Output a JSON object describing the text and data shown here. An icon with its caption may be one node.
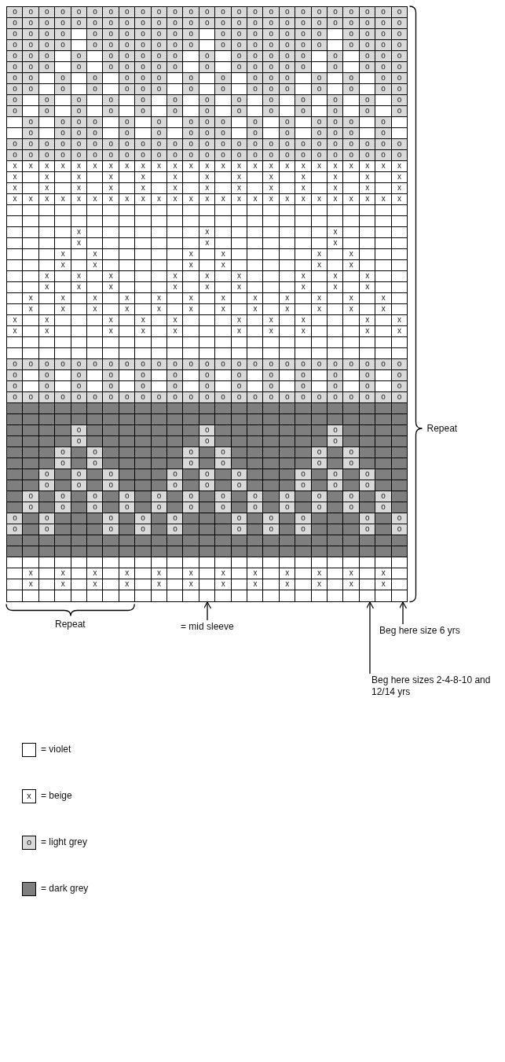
{
  "diagram": {
    "nodes": [
      {
        "text": [],
        "shape": "box"
      },
      {
        "text": [],
        "shape": "box"
      },
      {
        "text": [],
        "shape": "box"
      },
      {
        "text": [
          "= mid sleeve"
        ]
      },
      {
        "text": [
          "Beg here size 6 yrs"
        ]
      },
      {
        "text": [
          "Beg here sizes 2-4-8-10 and 12/14 yrs"
        ]
      }
    ],
    "edges": [
      {
        "from": 3,
        "to": 0,
        "arrow": "to"
      },
      {
        "from": 4,
        "to": 2,
        "arrow": "to"
      },
      {
        "from": 5,
        "to": 1,
        "arrow": "to"
      }
    ],
    "labels": [
      "o",
      "o",
      "o",
      "o",
      "o",
      "o",
      "o",
      "o",
      "o",
      "o",
      "o",
      "o",
      "o",
      "o",
      "o",
      "o",
      "o",
      "o",
      "o",
      "o",
      "o",
      "o",
      "o",
      "o",
      "o",
      "o",
      "o",
      "o",
      "o",
      "o",
      "o",
      "o",
      "o",
      "o",
      "o",
      "o",
      "o",
      "o",
      "o",
      "o",
      "o",
      "o",
      "o",
      "o",
      "o",
      "o",
      "o",
      "o",
      "o",
      "o",
      "o",
      "o",
      "o",
      "o",
      "o",
      "o",
      "o",
      "o",
      "o",
      "o",
      "o",
      "o",
      "o",
      "o",
      "o",
      "o",
      "o",
      "o",
      "o",
      "o",
      "o",
      "o",
      "o",
      "o",
      "o",
      "o",
      "o",
      "o",
      "o",
      "o",
      "o",
      "o",
      "o",
      "o",
      "o",
      "o",
      "o",
      "o",
      "o",
      "o",
      "o",
      "o",
      "o",
      "o",
      "o",
      "o",
      "o",
      "o",
      "o",
      "o",
      "o",
      "o",
      "o",
      "o",
      "o",
      "o",
      "o",
      "o",
      "o",
      "o",
      "o",
      "o",
      "o",
      "o",
      "o",
      "o",
      "o",
      "o",
      "o",
      "o",
      "o",
      "o",
      "o",
      "o",
      "o",
      "o",
      "o",
      "o",
      "o",
      "o",
      "o",
      "o",
      "o",
      "o",
      "o",
      "o",
      "o",
      "o",
      "o",
      "o",
      "o",
      "o",
      "o",
      "o",
      "o",
      "o",
      "o",
      "o",
      "o",
      "o",
      "o",
      "o",
      "o",
      "o",
      "o",
      "o",
      "o",
      "o",
      "o",
      "o",
      "o",
      "o",
      "o",
      "o",
      "o",
      "o",
      "o",
      "o",
      "o",
      "o",
      "o",
      "o",
      "o",
      "o",
      "o",
      "o",
      "o",
      "o",
      "o",
      "o",
      "o",
      "o",
      "o",
      "o",
      "o",
      "o",
      "o",
      "o",
      "o",
      "o",
      "o",
      "o",
      "o",
      "o",
      "o",
      "o",
      "o",
      "o",
      "o",
      "o",
      "o",
      "o",
      "o",
      "o",
      "o",
      "o",
      "o",
      "o",
      "o",
      "o",
      "o",
      "o",
      "o",
      "o",
      "o",
      "o",
      "o",
      "o",
      "o",
      "o",
      "o",
      "o",
      "o",
      "o",
      "o",
      "o",
      "o",
      "o",
      "o",
      "o",
      "o",
      "o",
      "o",
      "o",
      "o",
      "o",
      "o",
      "o",
      "o",
      "o",
      "o",
      "o",
      "o",
      "o",
      "o",
      "o",
      "o",
      "o",
      "o",
      "o",
      "o",
      "o",
      "o",
      "o",
      "o",
      "o",
      "o",
      "o",
      "o",
      "o",
      "o",
      "o",
      "o",
      "o",
      "o",
      "o",
      "o",
      "o",
      "o",
      "o",
      "x",
      "x",
      "x",
      "x",
      "x",
      "x",
      "x",
      "x",
      "x",
      "x",
      "x",
      "x",
      "x",
      "x",
      "x",
      "x",
      "x",
      "x",
      "x",
      "x",
      "x",
      "x",
      "x",
      "x",
      "x",
      "x",
      "x",
      "x",
      "x",
      "x",
      "x",
      "x",
      "x",
      "x",
      "x",
      "x",
      "x",
      "x",
      "x",
      "x",
      "x",
      "x",
      "x",
      "x",
      "x",
      "x",
      "x",
      "x",
      "x",
      "x",
      "x",
      "x",
      "x",
      "x",
      "x",
      "x",
      "x",
      "x",
      "x",
      "x",
      "x",
      "x",
      "x",
      "x",
      "x",
      "x",
      "x",
      "x",
      "x",
      "x",
      "x",
      "x",
      "x",
      "x",
      "x",
      "x",
      "x",
      "x",
      "x",
      "x",
      "x",
      "x",
      "x",
      "x",
      "x",
      "x",
      "x",
      "x",
      "x",
      "x",
      "x",
      "x",
      "x",
      "x",
      "x",
      "x",
      "x",
      "x",
      "x",
      "x",
      "x",
      "x",
      "x",
      "x",
      "x",
      "x",
      "x",
      "x",
      "x",
      "x",
      "x",
      "x",
      "x",
      "x",
      "x",
      "x",
      "x",
      "x",
      "x",
      "x",
      "x",
      "x",
      "x",
      "x",
      "x",
      "x",
      "x",
      "x",
      "x",
      "x",
      "x",
      "x",
      "x",
      "x",
      "x",
      "x",
      "x",
      "x",
      "x",
      "x",
      "x",
      "x",
      "x",
      "x",
      "x",
      "x",
      "x",
      "x",
      "x",
      "x",
      "x",
      "x",
      "x",
      "x",
      "x",
      "x",
      "o",
      "o",
      "o",
      "o",
      "o",
      "o",
      "o",
      "o",
      "o",
      "o",
      "o",
      "o",
      "o",
      "o",
      "o",
      "o",
      "o",
      "o",
      "o",
      "o",
      "o",
      "o",
      "o",
      "o",
      "o",
      "o",
      "o",
      "o",
      "o",
      "o",
      "o",
      "o",
      "o",
      "o",
      "o",
      "o",
      "o",
      "o",
      "o",
      "o",
      "o",
      "o",
      "o",
      "o",
      "o",
      "o",
      "o",
      "o",
      "o",
      "o",
      "o",
      "o",
      "o",
      "o",
      "o",
      "o",
      "o",
      "o",
      "o",
      "o",
      "o",
      "o",
      "o",
      "o",
      "o",
      "o",
      "o",
      "o",
      "o",
      "o",
      "o",
      "o",
      "o",
      "o",
      "o",
      "o",
      "o",
      "o",
      "o",
      "o",
      "o",
      "o",
      "o",
      "o",
      "o",
      "o",
      "o",
      "o",
      "o",
      "o",
      "o",
      "o",
      "o",
      "o",
      "o",
      "o",
      "o",
      "o",
      "o",
      "o",
      "o",
      "o",
      "o",
      "o",
      "o",
      "o",
      "o",
      "o",
      "o",
      "o",
      "o",
      "o",
      "o",
      "o",
      "o",
      "o",
      "o",
      "o",
      "o",
      "o",
      "o",
      "o",
      "o",
      "o",
      "o",
      "o",
      "o",
      "o",
      "o",
      "o",
      "o",
      "o",
      "o",
      "o",
      "o",
      "o",
      "o",
      "o",
      "o",
      "o",
      "o",
      "o",
      "o",
      "o",
      "o",
      "o",
      "o",
      "o",
      "o",
      "o",
      "o",
      "o",
      "o",
      "o",
      "o",
      "o",
      "x",
      "x",
      "x",
      "x",
      "x",
      "x",
      "x",
      "x",
      "x",
      "x",
      "x",
      "x",
      "x",
      "x",
      "x",
      "x",
      "x",
      "x",
      "x",
      "x",
      "x",
      "x",
      "x",
      "x",
      "Repeat",
      "Repeat",
      "x",
      "o"
    ],
    "legend": [
      {
        "text": "= violet",
        "color": "#ffffff"
      },
      {
        "text": "= beige"
      },
      {
        "text": "= light grey",
        "color": "#d9d9d9"
      },
      {
        "text": "= dark grey",
        "color": "#7f7f7f"
      }
    ]
  }
}
